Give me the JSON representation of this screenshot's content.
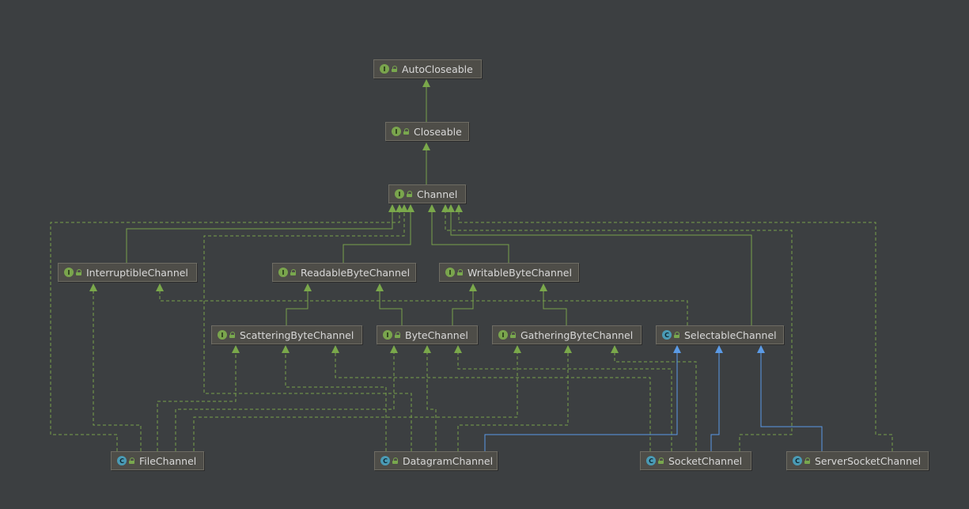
{
  "diagram": {
    "nodes": {
      "autocloseable": {
        "label": "AutoCloseable",
        "kind": "I"
      },
      "closeable": {
        "label": "Closeable",
        "kind": "I"
      },
      "channel": {
        "label": "Channel",
        "kind": "I"
      },
      "interruptible": {
        "label": "InterruptibleChannel",
        "kind": "I"
      },
      "readable": {
        "label": "ReadableByteChannel",
        "kind": "I"
      },
      "writable": {
        "label": "WritableByteChannel",
        "kind": "I"
      },
      "scattering": {
        "label": "ScatteringByteChannel",
        "kind": "I"
      },
      "bytechannel": {
        "label": "ByteChannel",
        "kind": "I"
      },
      "gathering": {
        "label": "GatheringByteChannel",
        "kind": "I"
      },
      "selectable": {
        "label": "SelectableChannel",
        "kind": "C"
      },
      "filechannel": {
        "label": "FileChannel",
        "kind": "C"
      },
      "datagram": {
        "label": "DatagramChannel",
        "kind": "C"
      },
      "socket": {
        "label": "SocketChannel",
        "kind": "C"
      },
      "serversocket": {
        "label": "ServerSocketChannel",
        "kind": "C"
      }
    },
    "colors": {
      "background": "#3c3f41",
      "extends_line": "#78a24a",
      "implements_line": "#78a24a",
      "class_extends_line": "#5a9ae6"
    }
  }
}
